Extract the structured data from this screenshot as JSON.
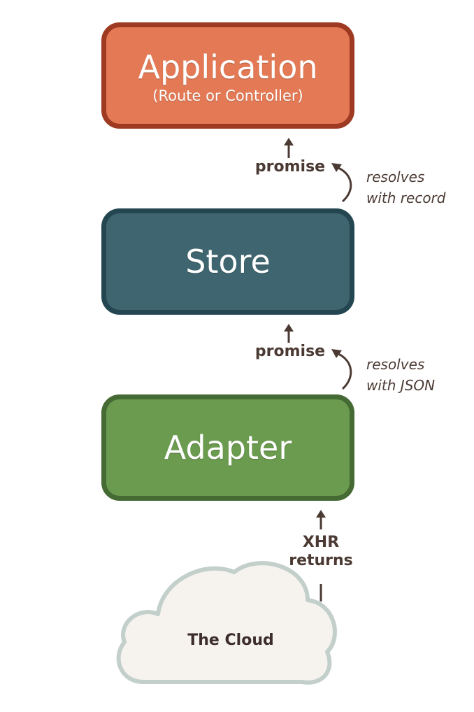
{
  "application": {
    "title": "Application",
    "subtitle": "(Route or Controller)"
  },
  "store": {
    "title": "Store"
  },
  "adapter": {
    "title": "Adapter"
  },
  "flow": {
    "promise_top": "promise",
    "resolves_record_line1": "resolves",
    "resolves_record_line2": "with record",
    "promise_bottom": "promise",
    "resolves_json_line1": "resolves",
    "resolves_json_line2": "with JSON",
    "xhr_line1": "XHR",
    "xhr_line2": "returns"
  },
  "cloud": {
    "label": "The Cloud"
  },
  "colors": {
    "application_fill": "#e47a55",
    "application_border": "#9e3a22",
    "store_fill": "#3f6670",
    "store_border": "#234651",
    "adapter_fill": "#6b9b4f",
    "adapter_border": "#456a34",
    "cloud_fill": "#f6f3ef",
    "cloud_border": "#c2cfcb",
    "arrow": "#4b3a33"
  }
}
